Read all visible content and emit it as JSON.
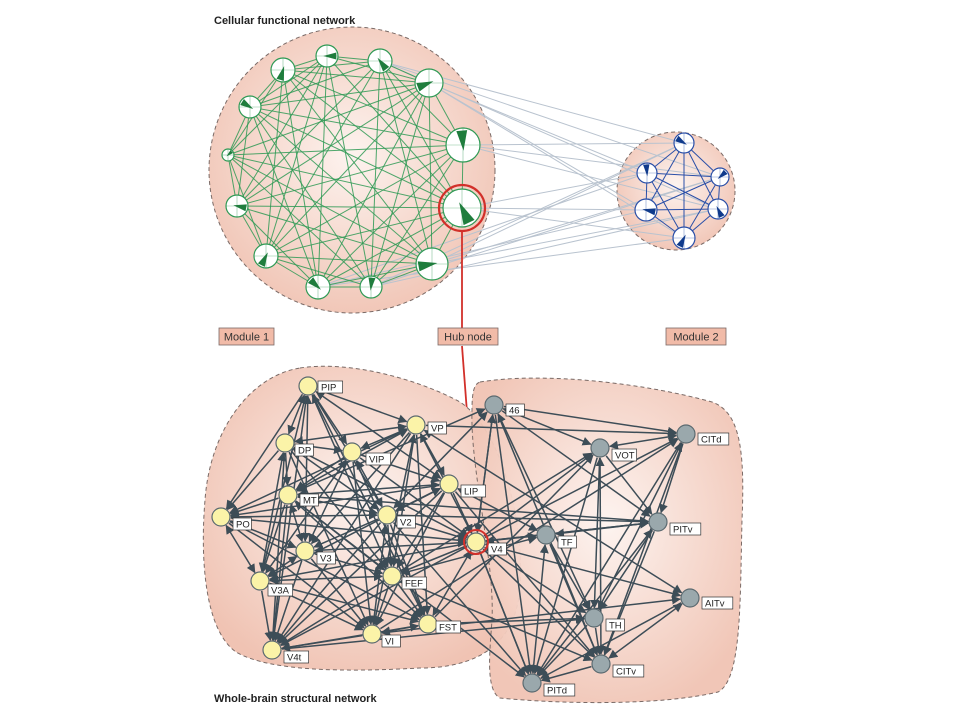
{
  "title_top": "Cellular functional network",
  "title_bottom": "Whole-brain structural network",
  "labels": {
    "module1": "Module 1",
    "hub": "Hub node",
    "module2": "Module 2"
  },
  "colors": {
    "module_fill": "#f3cfc2",
    "module_border": "#7a6a66",
    "cell_edge": "#2f9a55",
    "cell_icon": "#1f7d3d",
    "cell2_edge": "#2a4fa8",
    "cell2_icon": "#0f3a8c",
    "between_edge": "#b9c3cf",
    "hub": "#d2302a",
    "node_yellow": "#fbf3a8",
    "node_grey": "#9aa8ac",
    "arrow": "#3d4d57",
    "label_box": "#f1bba8"
  },
  "structural_nodes": {
    "module1": [
      "PIP",
      "DP",
      "VIP",
      "VP",
      "MT",
      "LIP",
      "PO",
      "V2",
      "V4",
      "V3",
      "FEF",
      "V3A",
      "VI",
      "FST",
      "V4t"
    ],
    "module2": [
      "46",
      "VOT",
      "CITd",
      "TF",
      "PITv",
      "TH",
      "AITv",
      "CITv",
      "PITd"
    ]
  },
  "hub_node": "V4"
}
